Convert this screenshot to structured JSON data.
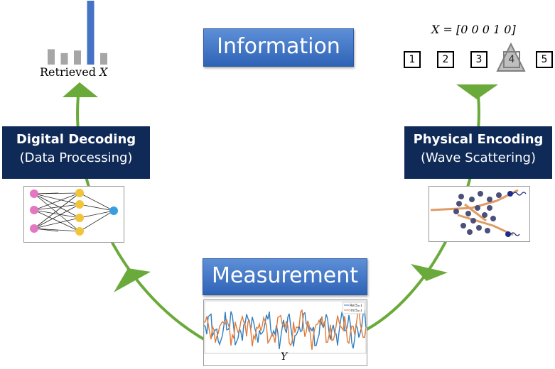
{
  "titles": {
    "information": "Information",
    "measurement": "Measurement"
  },
  "decoding": {
    "title": "Digital Decoding",
    "subtitle": "(Data Processing)"
  },
  "encoding": {
    "title": "Physical Encoding",
    "subtitle": "(Wave Scattering)"
  },
  "retrieved": {
    "label": "Retrieved",
    "var": "X",
    "bar_levels": [
      0.24,
      0.18,
      0.22,
      1.0,
      0.18
    ],
    "highlight_index": 3
  },
  "input_vector": {
    "label": "X = [0 0 0 1 0]",
    "slots": [
      "1",
      "2",
      "3",
      "4",
      "5"
    ],
    "selected_index": 3
  },
  "measurement_plot": {
    "xlabel": "Y",
    "legend": [
      "Re(S₂₁)",
      "Im(S₂₁)"
    ]
  },
  "colors": {
    "cycle_arrow": "#6aaa3a",
    "navy": "#0f2a57",
    "title_blue": "#3a6fc4",
    "bar_blue": "#4472c4",
    "bar_gray": "#a6a6a6",
    "node_pink": "#e377c2",
    "node_yellow": "#f2c43a",
    "node_blue": "#3a9de0",
    "wave_blue": "#2f7fc0",
    "wave_orange": "#e07b39"
  }
}
